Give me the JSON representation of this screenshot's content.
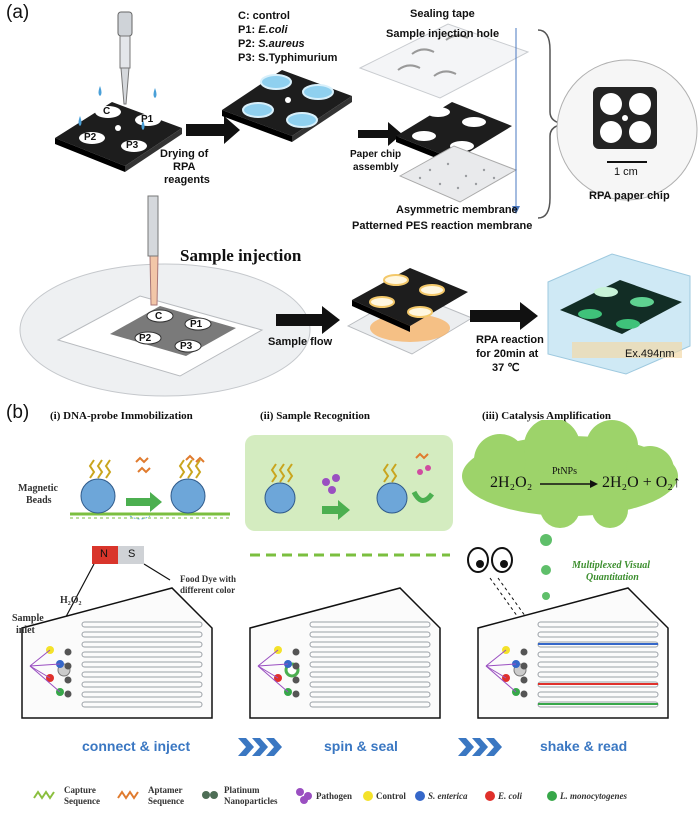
{
  "panel_a": {
    "label": "(a)",
    "legend": {
      "control": "C: control",
      "p1_prefix": "P1: ",
      "p1_name": "E.coli",
      "p2_prefix": "P2: ",
      "p2_name": "S.aureus",
      "p3": "P3: S.Typhimurium"
    },
    "well_labels": {
      "c": "C",
      "p1": "P1",
      "p2": "P2",
      "p3": "P3"
    },
    "drying_label": [
      "Drying of",
      "RPA",
      "reagents"
    ],
    "assembly_label": [
      "Paper chip",
      "assembly"
    ],
    "sealing_tape": "Sealing tape",
    "injection_hole": "Sample injection hole",
    "asymmetric_membrane": "Asymmetric membrane",
    "pes_membrane": "Patterned PES reaction membrane",
    "scale": "1 cm",
    "chip_caption": "RPA paper chip",
    "sample_injection": "Sample injection",
    "sample_flow": "Sample flow",
    "rpa_reaction": [
      "RPA reaction",
      "for 20min at",
      "37 ℃"
    ],
    "excitation": "Ex.494nm"
  },
  "panel_b": {
    "label": "(b)",
    "headers": {
      "immobilization": "(i) DNA-probe Immobilization",
      "recognition": "(ii) Sample Recognition",
      "amplification": "(iii) Catalysis Amplification"
    },
    "magnetic_beads": [
      "Magnetic",
      "Beads"
    ],
    "magnet_n": "N",
    "magnet_s": "S",
    "food_dye": [
      "Food Dye with",
      "different color"
    ],
    "h2o2": "H₂O₂",
    "sample_inlet": [
      "Sample",
      "inlet"
    ],
    "reaction": {
      "left": "2H₂O₂",
      "catalyst": "PtNPs",
      "right": "2H₂O + O₂↑"
    },
    "multiplexed": [
      "Multiplexed Visual",
      "Quantitation"
    ],
    "steps": [
      "connect & inject",
      "spin & seal",
      "shake & read"
    ],
    "legend": {
      "capture": [
        "Capture",
        "Sequence"
      ],
      "aptamer": [
        "Aptamer",
        "Sequence"
      ],
      "platinum": [
        "Platinum",
        "Nanoparticles"
      ],
      "pathogen": "Pathogen",
      "control": "Control",
      "s_enterica": "S. enterica",
      "e_coli": "E. coli",
      "l_mono": "L. monocytogenes"
    }
  },
  "colors": {
    "chip_dark": "#1d1d1d",
    "chip_well_blue": "#8fd0ef",
    "arrow_black": "#111111",
    "step_blue": "#3a77c2",
    "cloud_green": "#9dd36a",
    "recog_bg": "#d4ecc0",
    "fluor_green": "#3fc27a",
    "control_yellow": "#f4e22a",
    "senterica_blue": "#3567c9",
    "ecoli_red": "#e0302b",
    "lmono_green": "#37a749",
    "pathogen_purple": "#9a4fc1"
  }
}
